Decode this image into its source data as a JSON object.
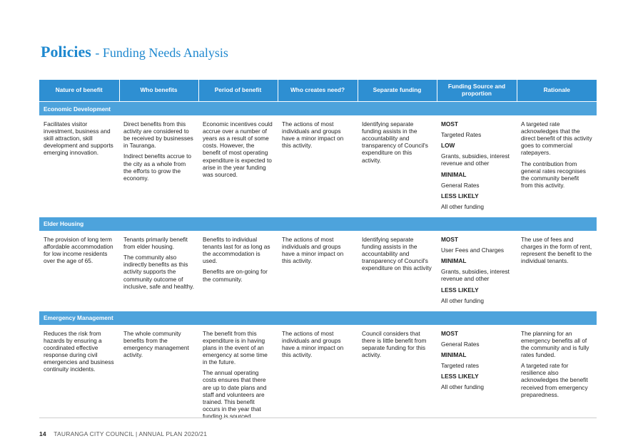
{
  "page": {
    "title_bold": "Policies",
    "title_rest": "- Funding Needs Analysis"
  },
  "table": {
    "headers": [
      "Nature of benefit",
      "Who benefits",
      "Period of benefit",
      "Who creates need?",
      "Separate funding",
      "Funding Source and proportion",
      "Rationale"
    ],
    "sections": [
      {
        "name": "Economic Development",
        "nature": [
          "Facilitates visitor investment, business and skill attraction, skill development and supports emerging innovation."
        ],
        "who": [
          "Direct benefits from this activity are considered to be received by businesses in Tauranga.",
          "Indirect benefits accrue to the city as a whole from the efforts to grow the economy."
        ],
        "period": [
          "Economic incentives could accrue over a number of years as a result of some costs. However, the benefit of most operating expenditure is expected to arise in the year funding was sourced."
        ],
        "creates": [
          "The actions of most individuals and groups have a minor impact on this activity."
        ],
        "separate": [
          "Identifying separate funding assists in the accountability and transparency of Council's expenditure on this activity."
        ],
        "funding": [
          {
            "level": "MOST",
            "sources": [
              "Targeted Rates"
            ]
          },
          {
            "level": "LOW",
            "sources": [
              "Grants, subsidies, interest revenue and other"
            ]
          },
          {
            "level": "MINIMAL",
            "sources": [
              "General Rates"
            ]
          },
          {
            "level": "LESS LIKELY",
            "sources": [
              "All other funding"
            ]
          }
        ],
        "rationale": [
          "A targeted rate acknowledges that the direct benefit of this activity goes to commercial ratepayers.",
          "The contribution from general rates recognises the community benefit from this activity."
        ]
      },
      {
        "name": "Elder Housing",
        "nature": [
          "The provision of long term affordable accommodation for low income residents over the age of 65."
        ],
        "who": [
          "Tenants primarily benefit from elder housing.",
          "The community also indirectly benefits as this activity supports the community outcome of inclusive, safe and healthy."
        ],
        "period": [
          "Benefits to individual tenants last for as long as the accommodation is used.",
          "Benefits are on-going for the community."
        ],
        "creates": [
          "The actions of most individuals and groups have a minor impact on this activity."
        ],
        "separate": [
          "Identifying separate funding assists in the accountability and transparency of Council's expenditure on this activity"
        ],
        "funding": [
          {
            "level": "MOST",
            "sources": [
              "User Fees and Charges"
            ]
          },
          {
            "level": "MINIMAL",
            "sources": [
              "Grants, subsidies, interest revenue and other"
            ]
          },
          {
            "level": "LESS LIKELY",
            "sources": [
              "All other funding"
            ]
          }
        ],
        "rationale": [
          "The use of fees and charges in the form of rent, represent the  benefit to the individual tenants."
        ]
      },
      {
        "name": "Emergency Management",
        "nature": [
          "Reduces the risk from hazards by ensuring a coordinated effective response during civil emergencies and business continuity incidents."
        ],
        "who": [
          "The whole community benefits from the emergency management activity."
        ],
        "period": [
          "The benefit from this expenditure is in having plans in the event of an emergency at some time in the future.",
          "The annual operating costs ensures that there are up to date plans and staff and volunteers are trained. This benefit occurs in the year that funding is sourced."
        ],
        "creates": [
          "The actions of most individuals and groups have a minor impact on this activity."
        ],
        "separate": [
          "Council considers that there is little benefit from separate funding for this activity."
        ],
        "funding": [
          {
            "level": "MOST",
            "sources": [
              "General Rates"
            ]
          },
          {
            "level": "MINIMAL",
            "sources": [
              "Targeted rates"
            ]
          },
          {
            "level": "LESS LIKELY",
            "sources": [
              "All other funding"
            ]
          }
        ],
        "rationale": [
          "The planning for an emergency benefits all of the community and is fully rates funded.",
          "A targeted rate for resilience also acknowledges the benefit received from emergency preparedness."
        ]
      }
    ]
  },
  "footer": {
    "page_number": "14",
    "text": "TAURANGA CITY COUNCIL  |  ANNUAL PLAN 2020/21"
  }
}
